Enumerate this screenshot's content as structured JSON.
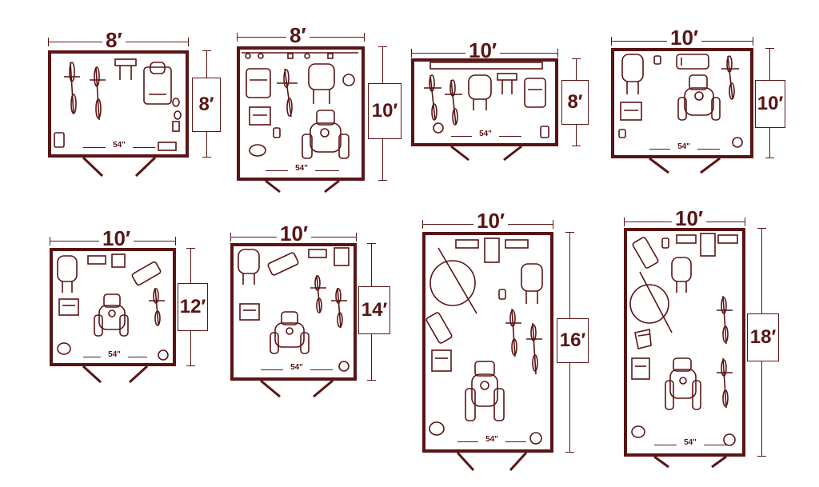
{
  "sheds": [
    {
      "width": "8′",
      "depth": "8′",
      "door": "54\""
    },
    {
      "width": "8′",
      "depth": "10′",
      "door": "54\""
    },
    {
      "width": "10′",
      "depth": "8′",
      "door": "54\""
    },
    {
      "width": "10′",
      "depth": "10′",
      "door": "54\""
    },
    {
      "width": "10′",
      "depth": "12′",
      "door": "54\""
    },
    {
      "width": "10′",
      "depth": "14′",
      "door": "54\""
    },
    {
      "width": "10′",
      "depth": "16′",
      "door": "54\""
    },
    {
      "width": "10′",
      "depth": "18′",
      "door": "54\""
    }
  ],
  "colors": {
    "ink": "#5a1414",
    "background": "#ffffff"
  }
}
